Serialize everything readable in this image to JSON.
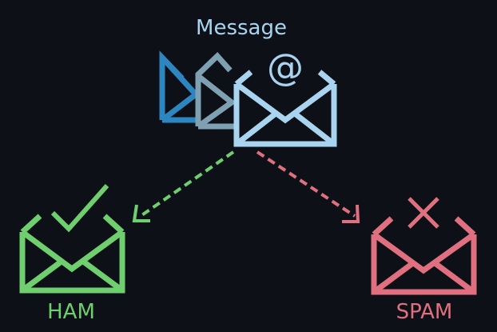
{
  "labels": {
    "message": "Message",
    "ham": "HAM",
    "spam": "SPAM"
  },
  "colors": {
    "background": "#0d1117",
    "message": "#a9d4f0",
    "envelope_back_1": "#2e86c1",
    "envelope_back_2": "#7f9fb3",
    "ham": "#6fcf6f",
    "spam": "#e0707f"
  },
  "icons": {
    "message": "at-sign",
    "ham": "checkmark",
    "spam": "cross"
  }
}
